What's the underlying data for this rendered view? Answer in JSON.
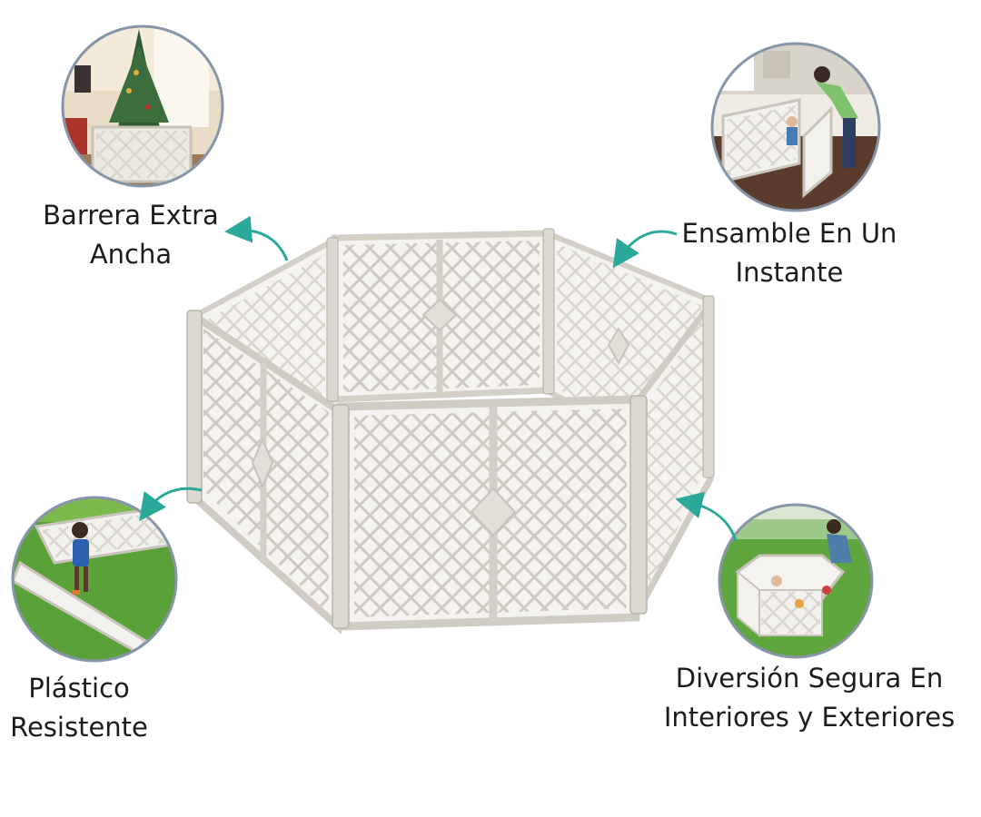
{
  "features": [
    {
      "id": "tl",
      "lines": [
        "Barrera Extra",
        "Ancha"
      ],
      "photo": "christmas-tree-photo"
    },
    {
      "id": "tr",
      "lines": [
        "Ensamble En Un",
        "Instante"
      ],
      "photo": "assembly-photo"
    },
    {
      "id": "bl",
      "lines": [
        "Plástico",
        "Resistente"
      ],
      "photo": "child-outdoor-photo"
    },
    {
      "id": "br",
      "lines": [
        "Diversión Segura En",
        "Interiores y Exteriores"
      ],
      "photo": "outdoor-play-photo"
    }
  ],
  "colors": {
    "arrow": "#2aa89a",
    "photo_ring": "#8795a8",
    "fence": "#dedbd3",
    "fence_shadow": "#b9b5ab",
    "text": "#1c1c1c"
  }
}
